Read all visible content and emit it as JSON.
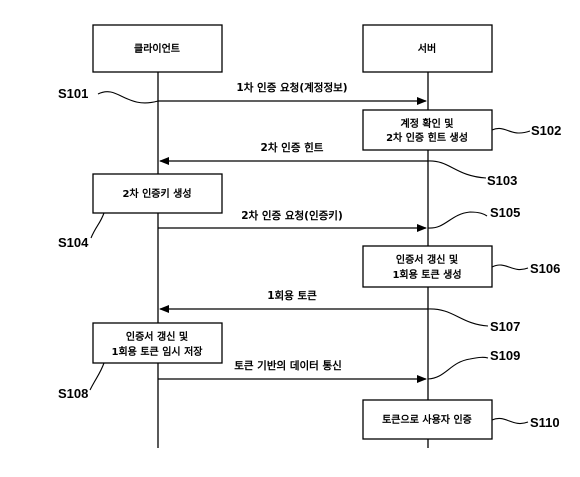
{
  "participants": {
    "client": "클라이언트",
    "server": "서버"
  },
  "messages": {
    "m1": "1차 인증 요청(계정정보)",
    "m2": "2차 인증 힌트",
    "m3": "2차 인증 요청(인증키)",
    "m4": "1회용 토큰",
    "m5": "토큰 기반의 데이터 통신"
  },
  "process_boxes": {
    "s102": [
      "계정 확인 및",
      "2차 인증 힌트 생성"
    ],
    "s104": [
      "2차 인증키 생성"
    ],
    "s106": [
      "인증서 갱신 및",
      "1회용 토큰 생성"
    ],
    "s108": [
      "인증서 갱신 및",
      "1회용 토큰 임시 저장"
    ],
    "s110": [
      "토큰으로 사용자 인증"
    ]
  },
  "steps": {
    "s101": "S101",
    "s102": "S102",
    "s103": "S103",
    "s104": "S104",
    "s105": "S105",
    "s106": "S106",
    "s107": "S107",
    "s108": "S108",
    "s109": "S109",
    "s110": "S110"
  }
}
